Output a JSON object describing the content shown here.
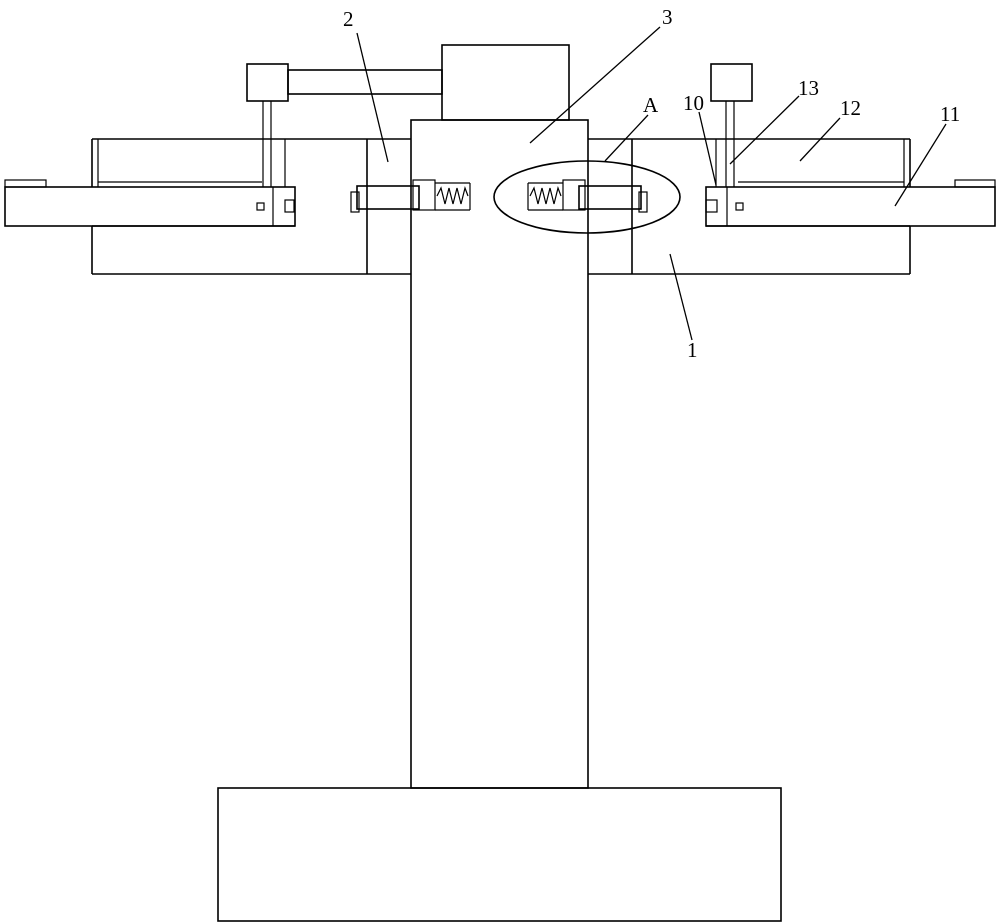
{
  "labels": {
    "l1": "1",
    "l2": "2",
    "l3": "3",
    "lA": "A",
    "l10": "10",
    "l11": "11",
    "l12": "12",
    "l13": "13"
  },
  "colors": {
    "line": "#000000",
    "background": "#ffffff"
  }
}
